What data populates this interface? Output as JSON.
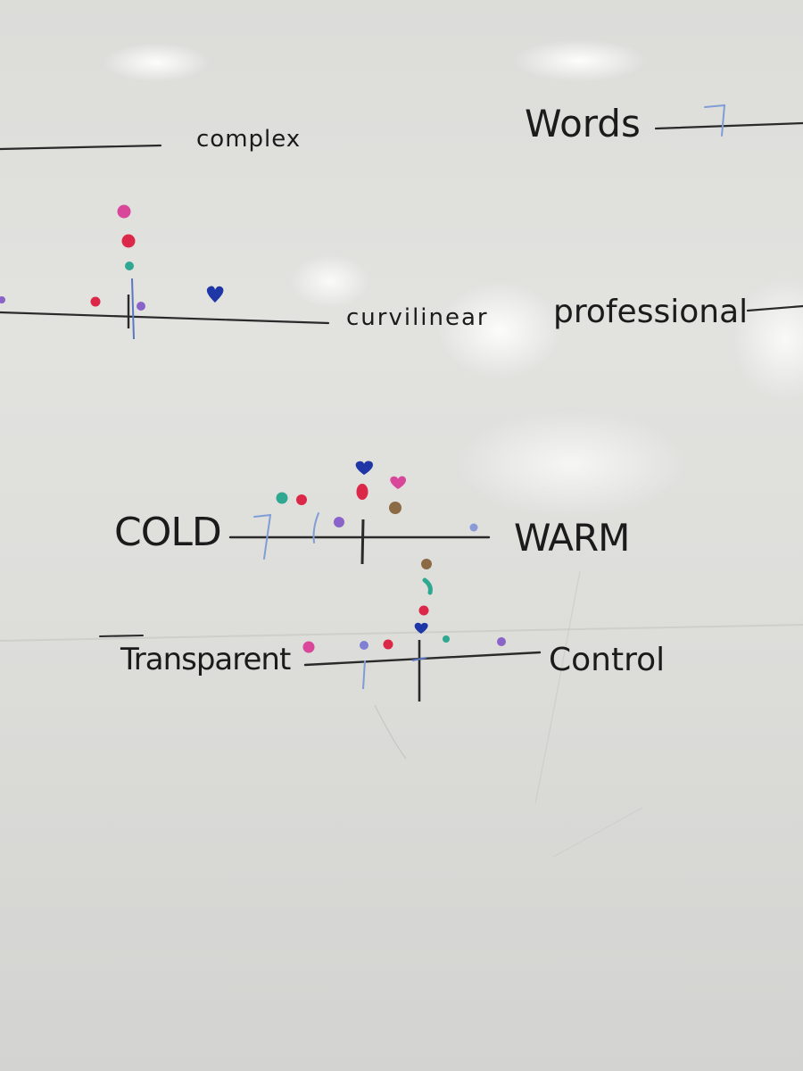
{
  "whiteboard": {
    "scales": [
      {
        "left_label": "",
        "right_label": "complex"
      },
      {
        "left_label": "Words",
        "right_label": ""
      },
      {
        "left_label": "",
        "right_label": "curvilinear"
      },
      {
        "left_label": "professional",
        "right_label": ""
      },
      {
        "left_label": "COLD",
        "right_label": "WARM"
      },
      {
        "left_label": "Transparent",
        "right_label": "Control"
      }
    ]
  },
  "colors": {
    "marker_black": "#2a2a2a",
    "pink": "#d8479a",
    "red": "#dc2848",
    "teal": "#2fa891",
    "purple": "#8a63c9",
    "navy": "#1f36a6",
    "brown": "#8c6a45",
    "light_blue": "#7f9dd6"
  }
}
